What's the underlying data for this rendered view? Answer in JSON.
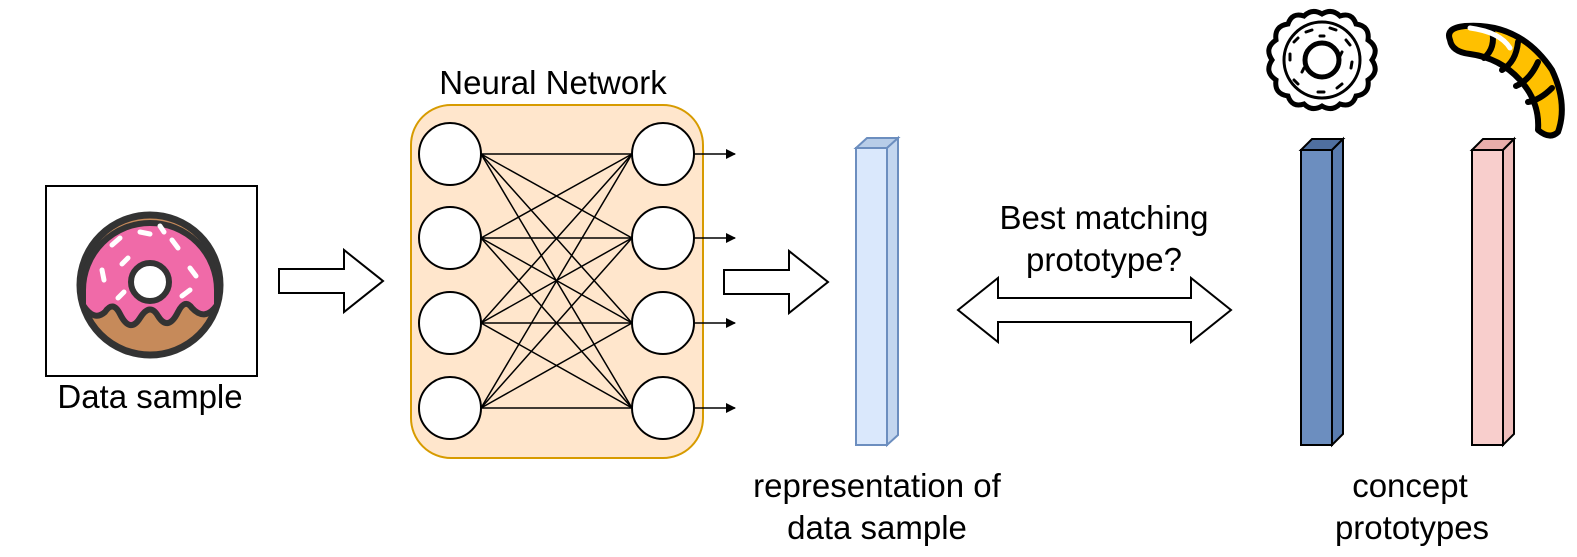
{
  "labels": {
    "neural_network": "Neural Network",
    "data_sample": "Data sample",
    "best_matching_line1": "Best matching",
    "best_matching_line2": "prototype?",
    "representation_line1": "representation of",
    "representation_line2": "data sample",
    "concept_line1": "concept",
    "concept_line2": "prototypes"
  },
  "network": {
    "input_nodes": 4,
    "output_nodes": 4,
    "fully_connected": true
  },
  "icons": {
    "data_sample_image": "pink-sprinkled-donut-icon",
    "prototype_1_image": "plain-donut-icon",
    "prototype_2_image": "croissant-icon"
  },
  "colors": {
    "network_fill": "#ffe6cc",
    "network_stroke": "#d79b00",
    "representation_fill": "#dae8fc",
    "representation_stroke": "#6c8ebf",
    "prototype_1_fill": "#6c8ebf",
    "prototype_1_stroke": "#000000",
    "prototype_2_fill": "#f8cecc",
    "prototype_2_stroke": "#000000",
    "donut_frosting": "#f06aa8",
    "donut_dough": "#c68a5a",
    "croissant_accent": "#ffc000"
  }
}
